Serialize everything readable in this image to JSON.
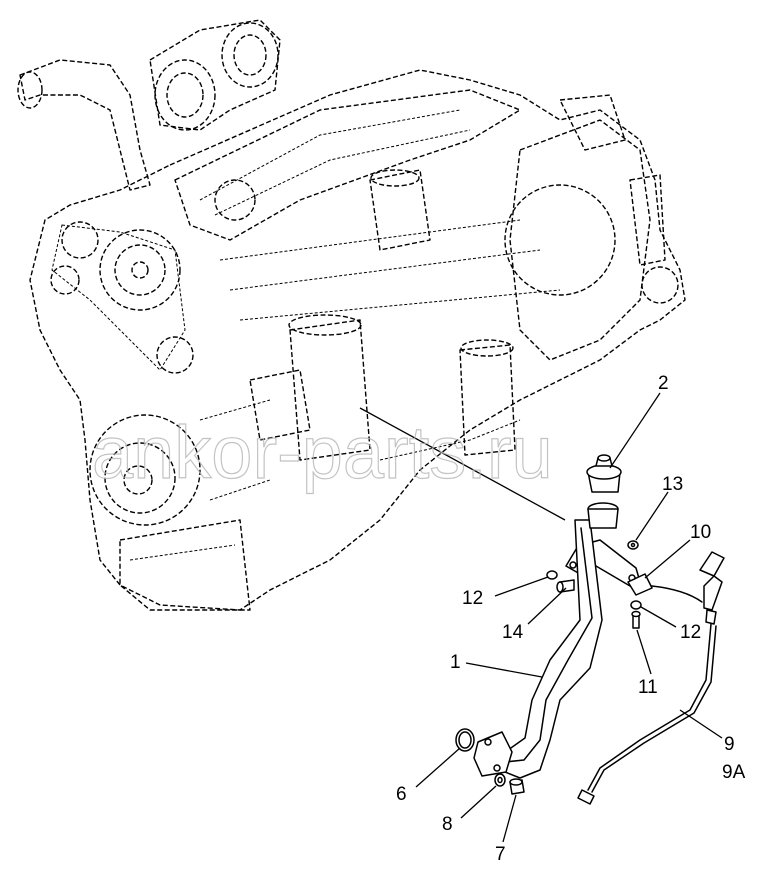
{
  "watermark": "ankor-parts.ru",
  "corner_code": "",
  "callouts": [
    {
      "id": "2",
      "label": "2"
    },
    {
      "id": "13",
      "label": "13"
    },
    {
      "id": "10",
      "label": "10"
    },
    {
      "id": "12a",
      "label": "12"
    },
    {
      "id": "14",
      "label": "14"
    },
    {
      "id": "12b",
      "label": "12"
    },
    {
      "id": "1",
      "label": "1"
    },
    {
      "id": "11",
      "label": "11"
    },
    {
      "id": "9",
      "label": "9"
    },
    {
      "id": "9A",
      "label": "9A"
    },
    {
      "id": "6",
      "label": "6"
    },
    {
      "id": "8",
      "label": "8"
    },
    {
      "id": "7",
      "label": "7"
    }
  ]
}
